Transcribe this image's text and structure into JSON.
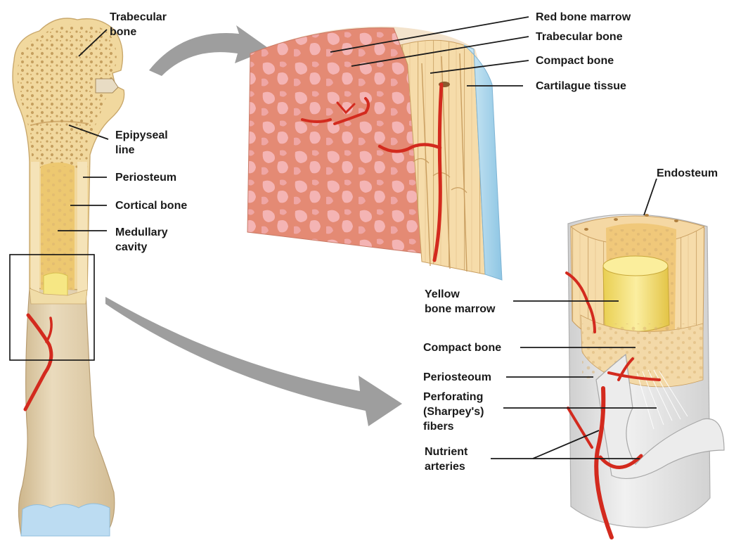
{
  "labels": {
    "trabecular_bone_left": [
      "Trabecular",
      "bone"
    ],
    "epiphyseal_line": [
      "Epipyseal",
      "line"
    ],
    "periosteum_left": "Periosteum",
    "cortical_bone": "Cortical bone",
    "medullary_cavity": [
      "Medullary",
      "cavity"
    ],
    "red_bone_marrow": "Red bone marrow",
    "trabecular_bone_top": "Trabecular bone",
    "compact_bone_top": "Compact bone",
    "cartilage_tissue": "Cartilague tissue",
    "endosteum": "Endosteum",
    "yellow_bone_marrow": [
      "Yellow",
      "bone marrow"
    ],
    "compact_bone_right": "Compact bone",
    "periosteum_right": "Periosteoum",
    "perforating_fibers": [
      "Perforating",
      "(Sharpey's)",
      "fibers"
    ],
    "nutrient_arteries": [
      "Nutrient",
      "arteries"
    ]
  },
  "colors": {
    "bone_shaft": "#e6d4b4",
    "spongy_bone": "#f2d9a0",
    "marrow_yellow": "#f5e27a",
    "cartilage": "#b8dcf0",
    "red_marrow": "#eba28f",
    "artery": "#d32a1e",
    "arrow": "#999999",
    "periosteum_sheath": "#e4e4e4",
    "compact_bone": "#f3d9a8",
    "leader_line": "#1a1a1a"
  }
}
